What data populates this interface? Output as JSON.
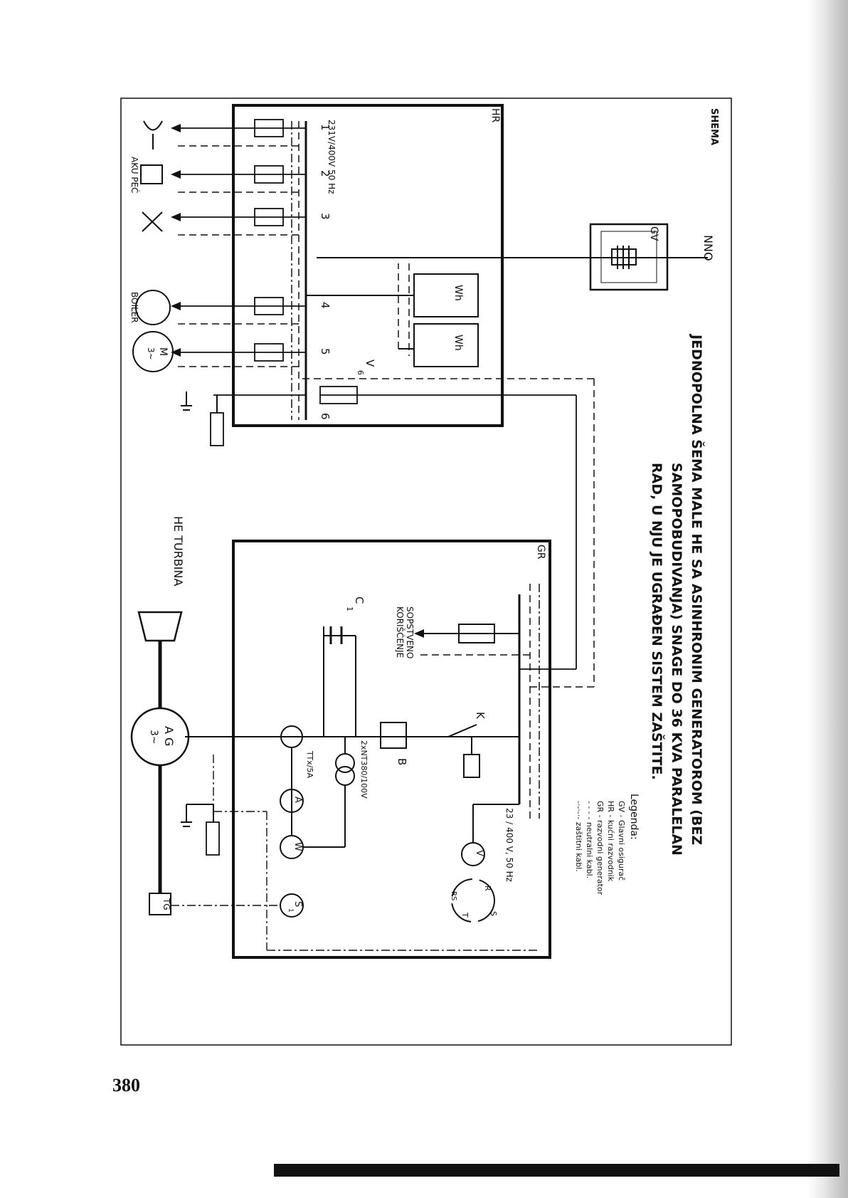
{
  "header": {
    "tag": "SHEMA"
  },
  "title": {
    "lines": [
      "JEDNOPOLNA ŠEMA MALE HE SA ASINHRONIM GENERATOROM (BEZ",
      "SAMOPOBUDIVANJA) SNAGE DO 36 KVA PARALELAN",
      "RAD, U NJU JE UGRAĐEN SISTEM ZAŠTITE."
    ]
  },
  "legend": {
    "heading": "Legenda:",
    "items": [
      "GV - Glavni osigurač",
      "HR - kućni razvodnik",
      "GR - razvodni generator",
      "- - - - neutralni kabl.",
      "-·-·-·- zaštitni kabl."
    ]
  },
  "labels": {
    "nno": "NNO",
    "gv": "GV",
    "hr": "HR",
    "gr": "GR",
    "hr_voltage": "231V/400V 50 Hz",
    "gr_voltage": "23 / 400 V, 50 Hz",
    "wh1": "Wh",
    "wh2": "Wh",
    "akupec": "AKU PEĆ",
    "boiler": "BOILER",
    "motor_main": "M",
    "motor_sub": "3~",
    "v6": "V",
    "v6_sub": "6",
    "sopstveno_1": "SOPSTVENO",
    "sopstveno_2": "KORIŠĆENJE",
    "c1": "C",
    "c1_sub": "1",
    "ag_main": "A G",
    "ag_sub": "3~",
    "he_turbina": "HE TURBINA",
    "ttx": "TTx/5A",
    "nt": "2xNT380/100V",
    "b": "B",
    "k": "K",
    "meter_a": "A",
    "meter_w": "W",
    "meter_v": "V",
    "meter_s": "S",
    "meter_s_sub": "1",
    "tg": "TG",
    "rs_r": "R",
    "rs_s": "S",
    "rs_t": "T",
    "rs_sub": "RS",
    "outputs": [
      "1",
      "2",
      "3",
      "4",
      "5",
      "6"
    ]
  },
  "footer": {
    "page_number": "380"
  }
}
